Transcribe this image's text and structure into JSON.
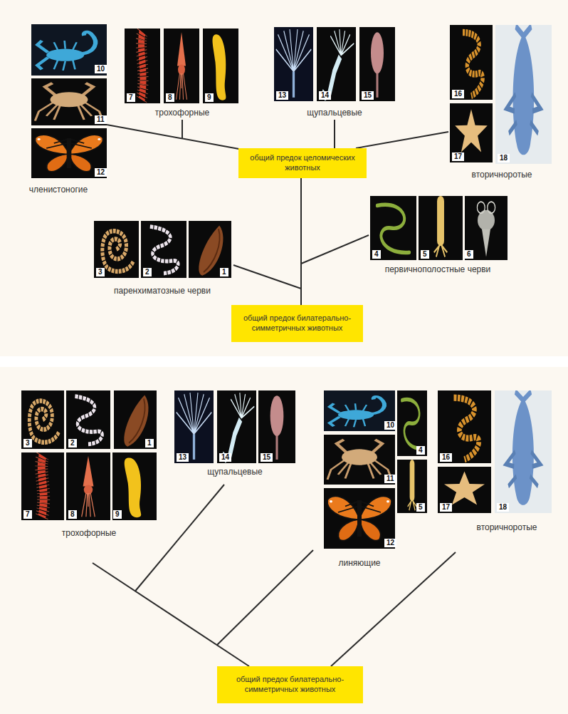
{
  "diagram": {
    "nodes": [
      {
        "text": [
          "общий предок целомических животных"
        ]
      },
      {
        "text": [
          "общий предок билатерально-симметричных животных"
        ]
      },
      {
        "text": [
          "общий предок билатерально-симметричных животных"
        ]
      }
    ],
    "edges": [
      {
        "from": 0,
        "to": 1,
        "arrow": "none"
      }
    ],
    "labels": [
      "10",
      "7",
      "8",
      "9",
      "трохофорные",
      "13",
      "14",
      "15",
      "щупальцевые",
      "16",
      "18",
      "11",
      "17",
      "вторичноротые",
      "12",
      "членистоногие",
      "4",
      "5",
      "6",
      "первичнополостные черви",
      "3",
      "2",
      "1",
      "паренхиматозные черви",
      "3",
      "2",
      "1",
      "13",
      "14",
      "15",
      "щупальцевые",
      "10",
      "4",
      "16",
      "18",
      "11",
      "5",
      "17",
      "7",
      "8",
      "9",
      "трохофорные",
      "12",
      "вторичноротые",
      "линяющие"
    ]
  }
}
